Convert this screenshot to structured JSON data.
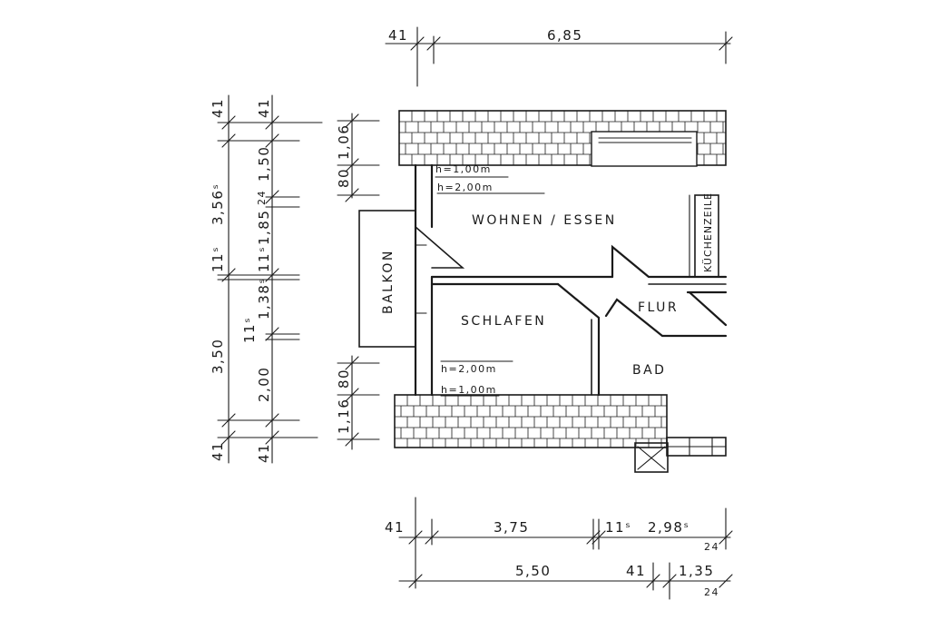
{
  "rooms": {
    "wohnen": "WOHNEN / ESSEN",
    "schlafen": "SCHLAFEN",
    "bad": "BAD",
    "flur": "FLUR",
    "balkon": "BALKON",
    "kueche": "KÜCHENZEILE"
  },
  "heights": {
    "upper_1": "h=1,00m",
    "upper_2": "h=2,00m",
    "lower_1": "h=2,00m",
    "lower_2": "h=1,00m"
  },
  "top_dims": {
    "a": "41",
    "b": "6,85"
  },
  "bottom_dims_row1": {
    "a": "41",
    "b": "3,75",
    "c": "11ˢ",
    "d": "2,98ˢ",
    "e": "24"
  },
  "bottom_dims_row2": {
    "a": "5,50",
    "b": "41",
    "c": "1,35",
    "d": "24"
  },
  "left_outer_dims": {
    "a": "41",
    "b": "3,56ˢ",
    "c": "11ˢ",
    "d": "3,50",
    "e": "41"
  },
  "left_inner_dims": {
    "a": "41",
    "b": "1,50",
    "c": "24",
    "d": "1,85",
    "e": "11ˢ",
    "f": "1,38ˢ",
    "g": "11ˢ",
    "h": "2,00",
    "i": "41"
  },
  "wall_dims": {
    "a": "1,06",
    "b": "80",
    "c": "80",
    "d": "1,16"
  }
}
